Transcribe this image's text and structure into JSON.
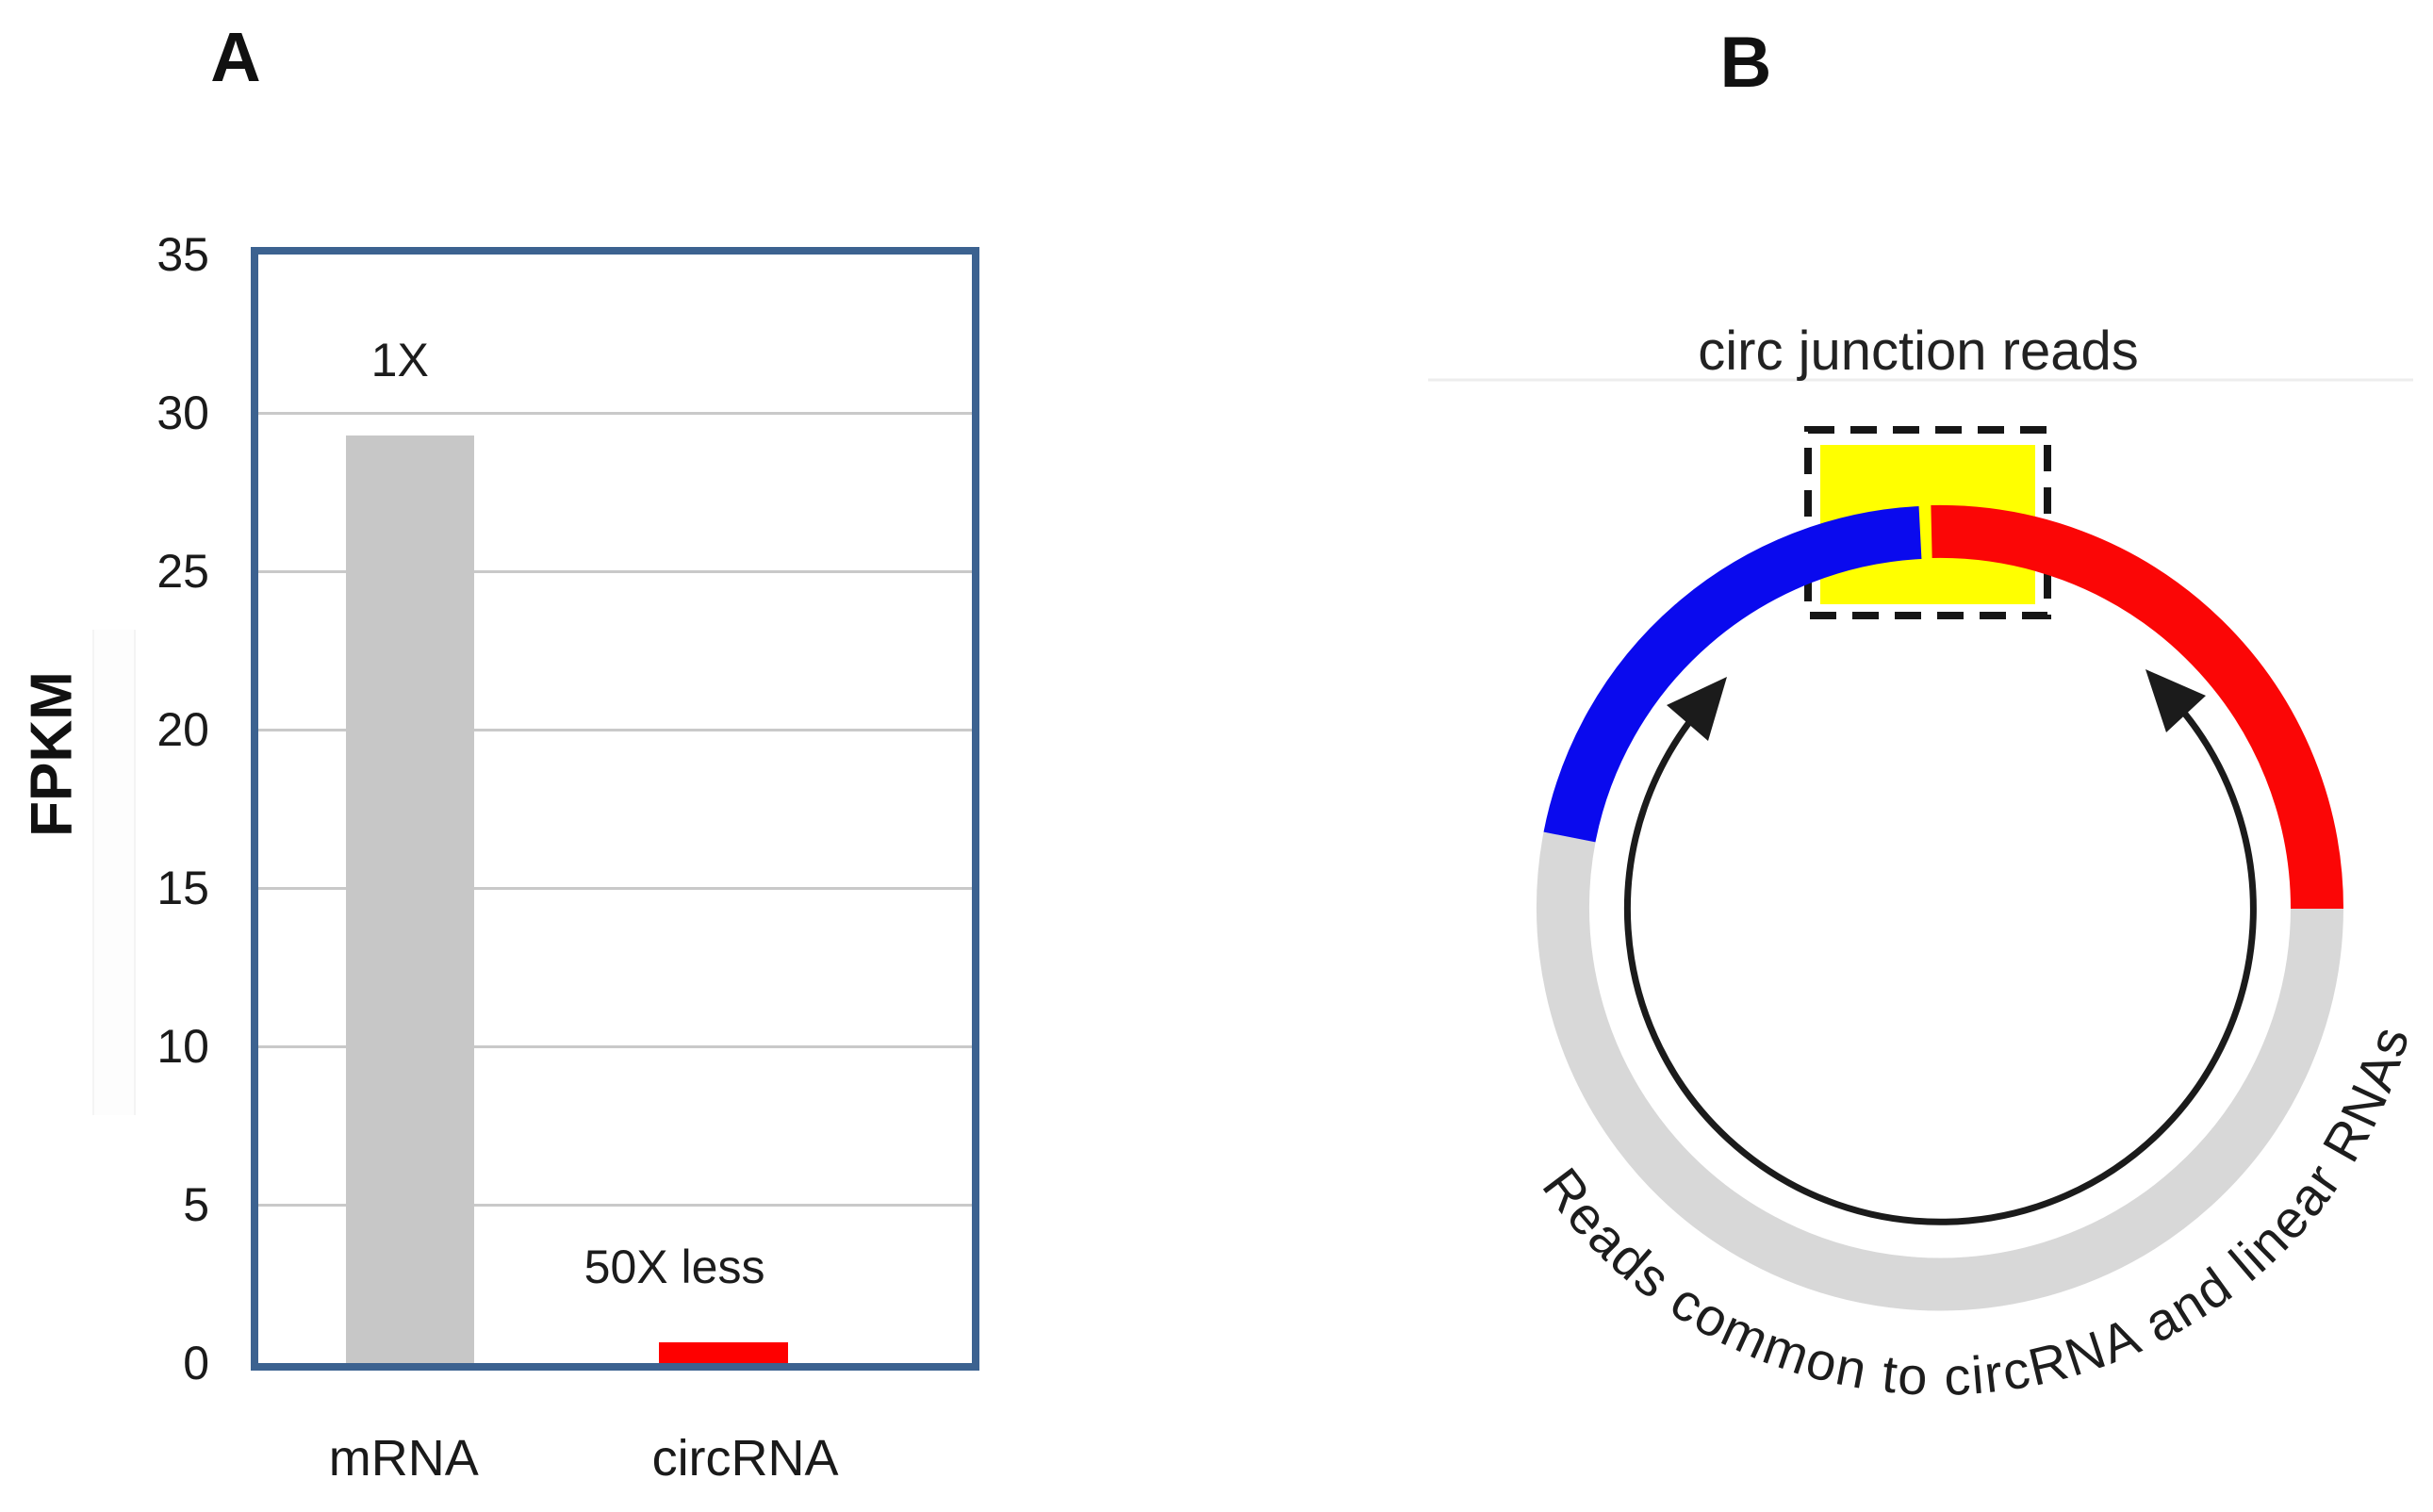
{
  "figure": {
    "panels": {
      "a": {
        "label": "A"
      },
      "b": {
        "label": "B"
      }
    }
  },
  "chart_data": {
    "type": "bar",
    "title": "",
    "ylabel": "FPKM",
    "xlabel": "",
    "ylim": [
      0,
      35
    ],
    "yticks": [
      0,
      5,
      10,
      15,
      20,
      25,
      30,
      35
    ],
    "grid": true,
    "legend": false,
    "categories": [
      "mRNA",
      "circRNA"
    ],
    "values": [
      29.3,
      0.65
    ],
    "bar_colors": [
      "#c7c7c7",
      "#fe0000"
    ],
    "bar_annotations": [
      "1X",
      "50X less"
    ]
  },
  "diagram": {
    "title": "circ junction reads",
    "curved_label": "Reads common to circRNA and linear RNAs",
    "colors": {
      "junction_highlight": "#ffff00",
      "blue_arc": "#0a0aee",
      "red_arc": "#fb0606",
      "common_arc": "#d8d8d8",
      "arrow": "#1b1b1b"
    }
  }
}
